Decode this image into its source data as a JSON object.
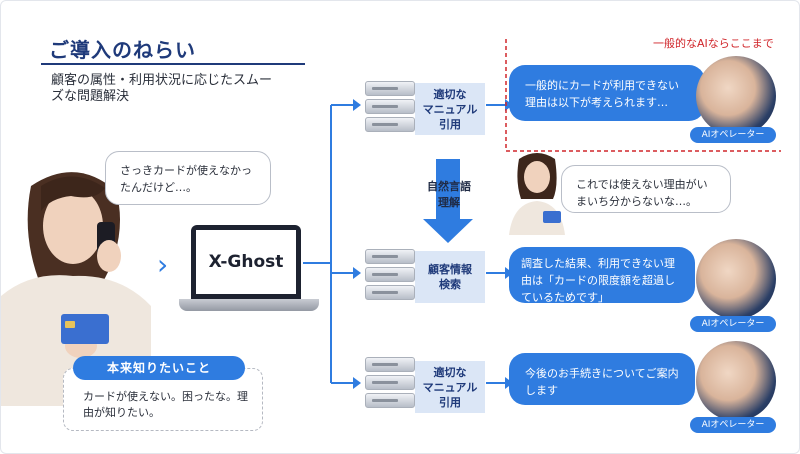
{
  "header": {
    "title": "ご導入のねらい",
    "subtitle": "顧客の属性・利用状況に応じたスムーズな問題解決"
  },
  "customer": {
    "speech": "さっきカードが使えなかったんだけど…。",
    "true_need_label": "本来知りたいこと",
    "true_need_text": "カードが使えない。困ったな。理由が知りたい。"
  },
  "laptop": {
    "logo": "X-Ghost"
  },
  "servers": [
    {
      "label": "適切な\nマニュアル\n引用"
    },
    {
      "label": "顧客情報\n検索"
    },
    {
      "label": "適切な\nマニュアル\n引用"
    }
  ],
  "process_label": "自然言語\n理解",
  "limit_label": "一般的なAIならここまで",
  "ai_responses": [
    {
      "text": "一般的にカードが利用できない理由は以下が考えられます…",
      "tag": "AIオペレーター"
    },
    {
      "text": "調査した結果、利用できない理由は「カードの限度額を超過しているためです」",
      "tag": "AIオペレーター"
    },
    {
      "text": "今後のお手続きについてご案内します",
      "tag": "AIオペレーター"
    }
  ],
  "woman_reaction": "これでは使えない理由がいまいち分からないな…。",
  "colors": {
    "accent": "#2f7ce0",
    "navy": "#1f3a7a",
    "limit": "#d0262b",
    "server_label_bg": "#dbe6f6"
  }
}
